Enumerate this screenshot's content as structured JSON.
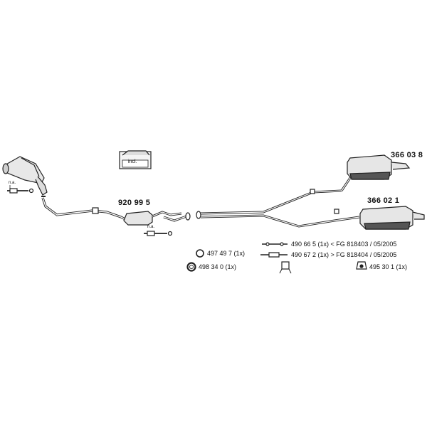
{
  "parts": {
    "rear_muffler_upper": "366 03 8",
    "rear_muffler_lower": "366 02 1",
    "front_pipe": "920 99 5",
    "ring_1": "497 49 7 (1x)",
    "ring_2": "498 34 0 (1x)",
    "clamp_1": "490 66 5 (1x) < FG 818403 / 05/2005",
    "clamp_2": "490 67 2 (1x) > FG 818404 / 05/2005",
    "rubber_mount": "495 30 1 (1x)"
  },
  "labels": {
    "kit_incl": "incl.",
    "na_top": "n.a.",
    "na_bottom": "n.a."
  },
  "colors": {
    "line": "#222222",
    "fill_light": "#e6e6e6",
    "fill_dark": "#555555"
  }
}
